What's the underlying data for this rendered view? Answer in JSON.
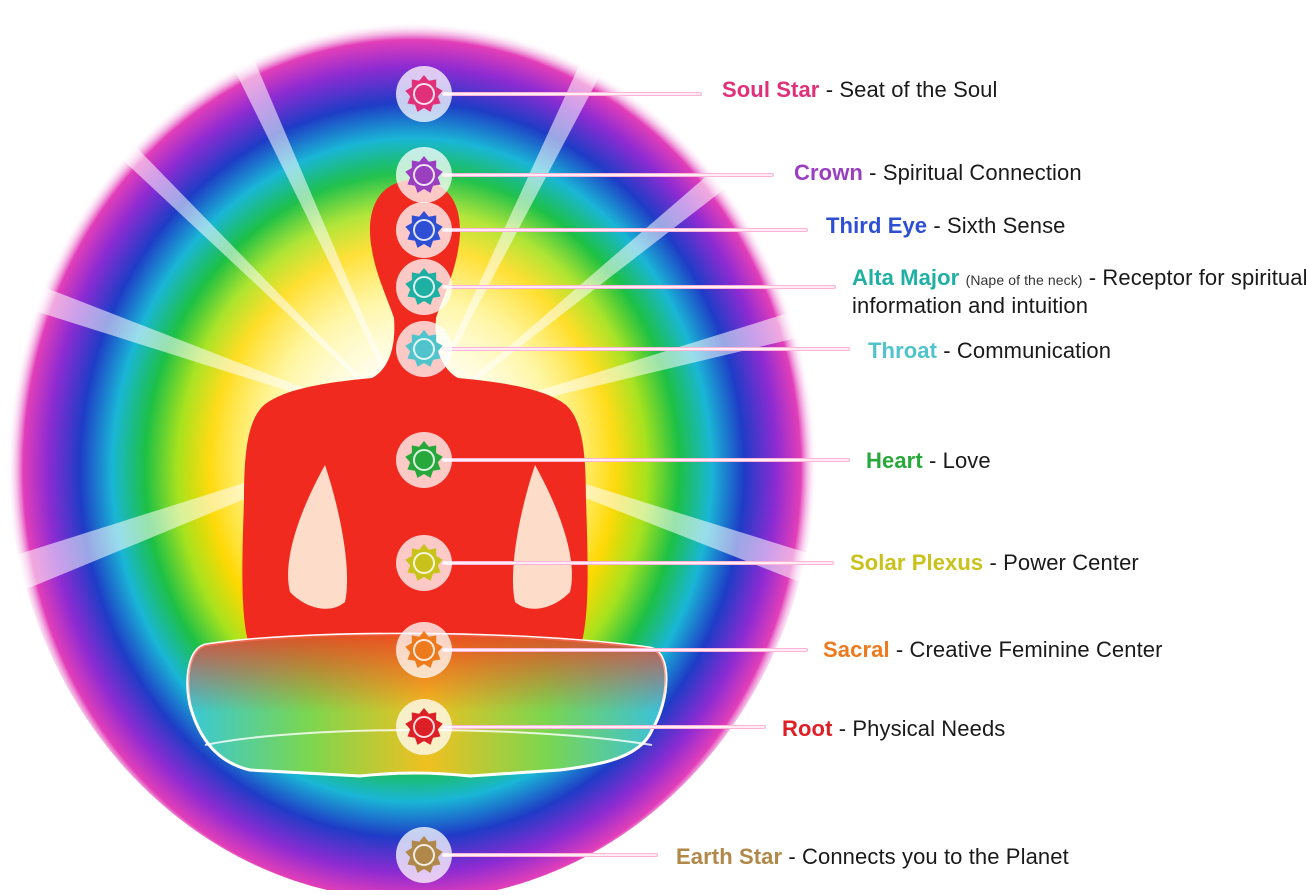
{
  "chakras": [
    {
      "id": "soul-star",
      "name": "Soul Star",
      "note": "",
      "desc": "Seat of the Soul",
      "color": "#e0307a"
    },
    {
      "id": "crown",
      "name": "Crown",
      "note": "",
      "desc": "Spiritual Connection",
      "color": "#9b3fc1"
    },
    {
      "id": "third-eye",
      "name": "Third Eye",
      "note": "",
      "desc": "Sixth Sense",
      "color": "#2e4fd4"
    },
    {
      "id": "alta-major",
      "name": "Alta Major",
      "note": "(Nape of the neck)",
      "desc": "Receptor for spiritual information and intuition",
      "color": "#1fb0a4"
    },
    {
      "id": "throat",
      "name": "Throat",
      "note": "",
      "desc": "Communication",
      "color": "#4fc4cc"
    },
    {
      "id": "heart",
      "name": "Heart",
      "note": "",
      "desc": "Love",
      "color": "#27a83a"
    },
    {
      "id": "solar-plexus",
      "name": "Solar Plexus",
      "note": "",
      "desc": "Power Center",
      "color": "#c9c21a"
    },
    {
      "id": "sacral",
      "name": "Sacral",
      "note": "",
      "desc": "Creative Feminine Center",
      "color": "#ee7a1e"
    },
    {
      "id": "root",
      "name": "Root",
      "note": "",
      "desc": "Physical Needs",
      "color": "#dd1f26"
    },
    {
      "id": "earth-star",
      "name": "Earth Star",
      "note": "",
      "desc": "Connects you to the Planet",
      "color": "#b0884a"
    }
  ],
  "colors": {
    "figure": "#f02a1e",
    "aura": [
      "#ffffff",
      "#fff7a0",
      "#ffe100",
      "#9be020",
      "#20c040",
      "#19b8c8",
      "#2040c8",
      "#9a2ad0",
      "#e83ab0"
    ]
  }
}
